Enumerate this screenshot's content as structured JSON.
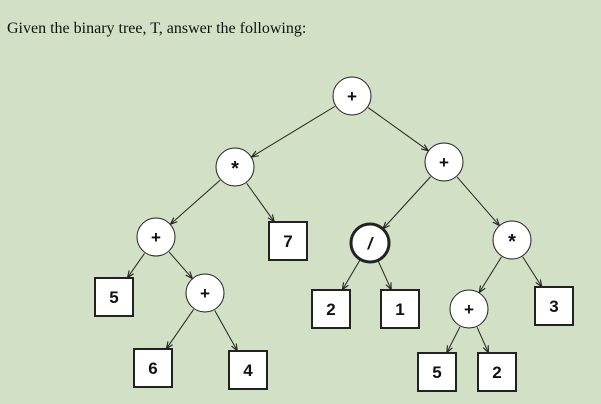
{
  "prompt": "Given the binary tree, T, answer the following:",
  "colors": {
    "line": "#222222",
    "fill": "#ffffff",
    "background": "#d2e0c6"
  },
  "tree": {
    "nodes": [
      {
        "id": "root",
        "shape": "circle",
        "label": "+"
      },
      {
        "id": "mul-left",
        "shape": "circle",
        "label": "*"
      },
      {
        "id": "plus-right",
        "shape": "circle",
        "label": "+"
      },
      {
        "id": "plus-ll",
        "shape": "circle",
        "label": "+"
      },
      {
        "id": "leaf-7",
        "shape": "square",
        "label": "7"
      },
      {
        "id": "div",
        "shape": "circle",
        "label": "/",
        "emphasis": true
      },
      {
        "id": "mul-rr",
        "shape": "circle",
        "label": "*"
      },
      {
        "id": "leaf-5a",
        "shape": "square",
        "label": "5"
      },
      {
        "id": "plus-llr",
        "shape": "circle",
        "label": "+"
      },
      {
        "id": "leaf-2a",
        "shape": "square",
        "label": "2"
      },
      {
        "id": "leaf-1",
        "shape": "square",
        "label": "1"
      },
      {
        "id": "plus-rrl",
        "shape": "circle",
        "label": "+"
      },
      {
        "id": "leaf-3",
        "shape": "square",
        "label": "3"
      },
      {
        "id": "leaf-6",
        "shape": "square",
        "label": "6"
      },
      {
        "id": "leaf-4",
        "shape": "square",
        "label": "4"
      },
      {
        "id": "leaf-5b",
        "shape": "square",
        "label": "5"
      },
      {
        "id": "leaf-2b",
        "shape": "square",
        "label": "2"
      }
    ],
    "edges": [
      [
        "root",
        "mul-left"
      ],
      [
        "root",
        "plus-right"
      ],
      [
        "mul-left",
        "plus-ll"
      ],
      [
        "mul-left",
        "leaf-7"
      ],
      [
        "plus-right",
        "div"
      ],
      [
        "plus-right",
        "mul-rr"
      ],
      [
        "plus-ll",
        "leaf-5a"
      ],
      [
        "plus-ll",
        "plus-llr"
      ],
      [
        "div",
        "leaf-2a"
      ],
      [
        "div",
        "leaf-1"
      ],
      [
        "mul-rr",
        "plus-rrl"
      ],
      [
        "mul-rr",
        "leaf-3"
      ],
      [
        "plus-llr",
        "leaf-6"
      ],
      [
        "plus-llr",
        "leaf-4"
      ],
      [
        "plus-rrl",
        "leaf-5b"
      ],
      [
        "plus-rrl",
        "leaf-2b"
      ]
    ]
  }
}
